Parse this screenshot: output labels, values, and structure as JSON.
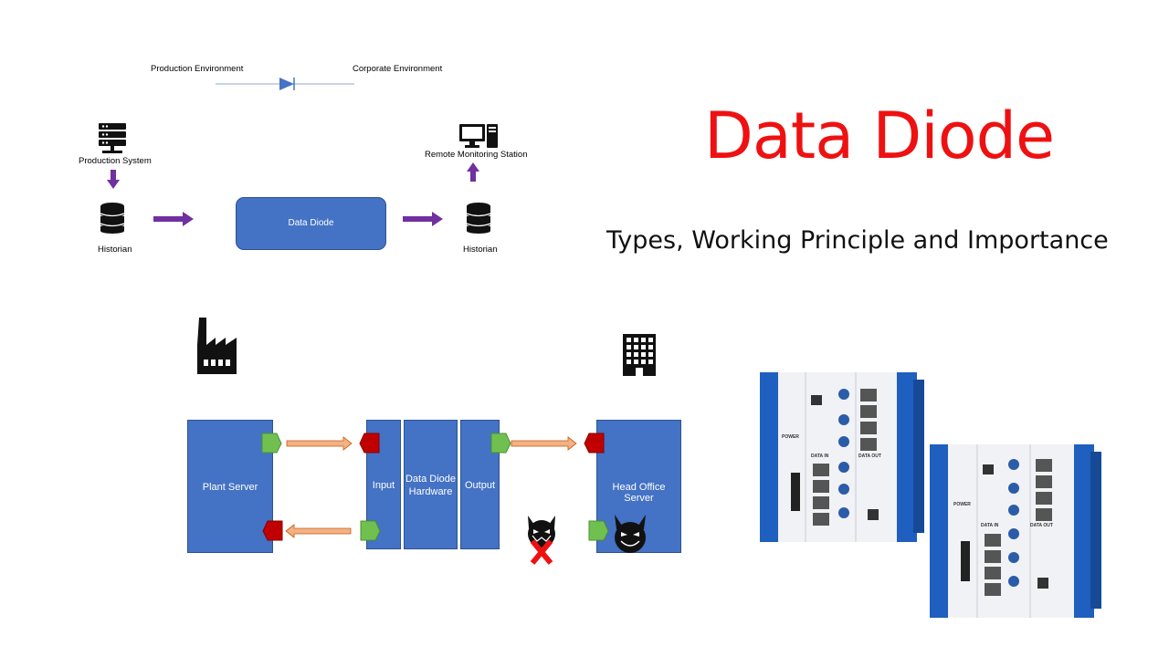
{
  "top_diagram": {
    "production_env": "Production Environment",
    "corporate_env": "Corporate Environment",
    "production_system": "Production System",
    "historian_left": "Historian",
    "data_diode": "Data Diode",
    "remote_station": "Remote Monitoring Station",
    "historian_right": "Historian"
  },
  "heading": {
    "title": "Data Diode",
    "subtitle": "Types, Working Principle and Importance"
  },
  "bottom_diagram": {
    "plant_server": "Plant Server",
    "input": "Input",
    "hardware_line1": "Data Diode",
    "hardware_line2": "Hardware",
    "output": "Output",
    "head_office": "Head Office Server"
  },
  "devices": {
    "power_label": "POWER",
    "data_in_label": "DATA IN",
    "data_out_label": "DATA OUT"
  },
  "colors": {
    "title": "#ee1111",
    "block_blue": "#4472c4",
    "arrow_purple": "#7030a0",
    "port_green": "#70c050",
    "port_red": "#c00000",
    "device_blue": "#1f5fbf"
  }
}
